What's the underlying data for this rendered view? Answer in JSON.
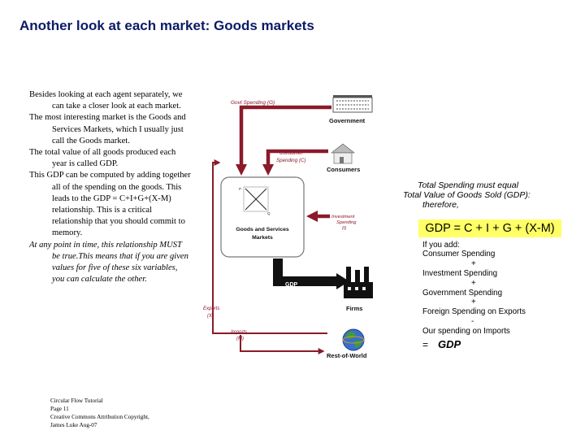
{
  "title": "Another look at each market:  Goods markets",
  "left_text": [
    {
      "text": "Besides looking at each agent separately, we can take a closer look at each market.",
      "italic": false
    },
    {
      "text": "The most interesting market is the Goods and Services Markets, which I usually just call the Goods market.",
      "italic": false
    },
    {
      "text": "The total value of all goods produced each year is called GDP.",
      "italic": false
    },
    {
      "text": "This GDP can be computed by adding together all of the spending on the goods.  This leads to the GDP = C+I+G+(X-M) relationship.  This is a critical relationship that you should commit to memory.",
      "italic": false
    },
    {
      "text": "At any point in time, this relationship MUST be true.This means that if you are given values for five of these six variables, you can calculate the other.",
      "italic": true
    }
  ],
  "footer": [
    "Circular Flow Tutorial",
    "Page 11",
    "Creative Commons Attribution Copyright,",
    "James Luke Aug-07"
  ],
  "diagram": {
    "gov_spending": "Govt Spending (G)",
    "government": "Government",
    "consumer_spending_1": "Consumer",
    "consumer_spending_2": "Spending (C)",
    "consumers": "Consumers",
    "investment_1": "Investment",
    "investment_2": "Spending",
    "investment_3": "(I)",
    "market_1": "Goods and Services",
    "market_2": "Markets",
    "gdp_label": "GDP",
    "firms": "Firms",
    "exports_1": "Exports",
    "exports_2": "(X)",
    "imports_1": "Imports",
    "imports_2": "(M)",
    "rest_of_world": "Rest-of-World",
    "graph_p": "P",
    "graph_q": "Q"
  },
  "summary": {
    "line1": "Total Spending must equal",
    "line2": "Total Value of  Goods Sold (GDP):",
    "line3": "therefore,",
    "formula": "GDP = C + I + G + (X-M)",
    "list": [
      "If you add:",
      "Consumer Spending",
      "+",
      "Investment Spending",
      "+",
      "Government Spending",
      "+",
      "Foreign Spending on Exports",
      "-",
      "Our spending on Imports"
    ],
    "equals": "=",
    "gdp": "GDP"
  },
  "colors": {
    "title": "#0b1a66",
    "flow_arrow": "#8b1a2a",
    "gdp_arrow": "#111111",
    "formula_bg": "#ffff66"
  }
}
